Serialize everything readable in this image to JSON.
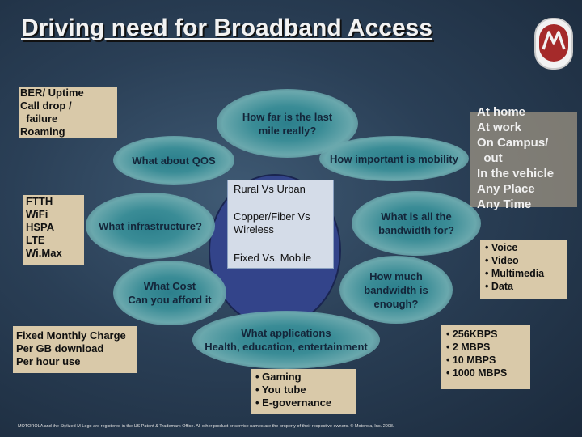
{
  "title": "Driving need for Broadband Access",
  "logo_icon": "motorola-logo-icon",
  "colors": {
    "box_fill": "#d9c9a9",
    "blob_fill": "#3a8c96",
    "center_circle": "#33448a",
    "center_panel": "#d4dce8",
    "title": "#f2f2f2"
  },
  "left_boxes": {
    "ber": "BER/ Uptime\nCall drop /\n  failure\nRoaming",
    "tech": "FTTH\nWiFi\nHSPA\nLTE\nWi.Max",
    "charge": "Fixed Monthly Charge\nPer GB download\nPer hour use"
  },
  "questions": {
    "last_mile": "How far is the last\nmile really?",
    "qos": "What about QOS",
    "mobility": "How important is mobility",
    "infrastructure": "What infrastructure?",
    "bandwidth_for": "What is all the\nbandwidth for?",
    "cost": "What Cost\nCan you afford it",
    "how_much": "How much\nbandwidth is\nenough?",
    "applications": "What applications\nHealth, education, entertainment"
  },
  "center_panel": {
    "line1": "Rural Vs Urban",
    "line2": "Copper/Fiber Vs\nWireless",
    "line3": "Fixed Vs. Mobile"
  },
  "right": {
    "places": "At home\nAt work\nOn Campus/\n  out\nIn the vehicle\nAny Place\nAny Time",
    "content": "• Voice\n• Video\n• Multimedia\n• Data",
    "speeds": "• 256KBPS\n• 2 MBPS\n• 10 MBPS\n• 1000 MBPS"
  },
  "apps_list": "• Gaming\n• You tube\n• E-governance",
  "footer": "MOTOROLA and the Stylized M Logo are registered in the US Patent & Trademark Office. All other product or service names are the property of their respective owners. © Motorola, Inc. 2008."
}
